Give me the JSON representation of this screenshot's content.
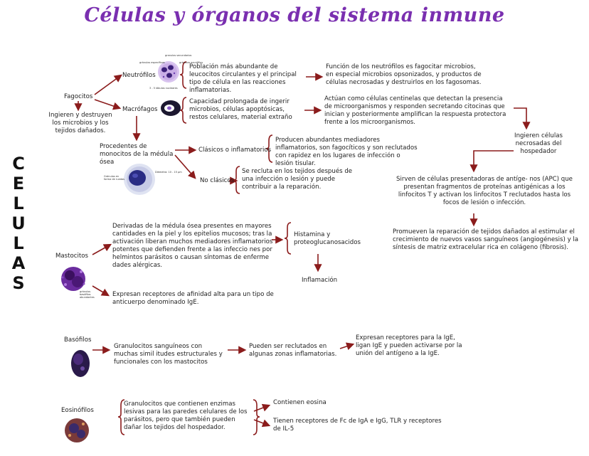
{
  "title": "Células y órganos del sistema inmune",
  "side_letters": [
    "C",
    "E",
    "L",
    "U",
    "L",
    "A",
    "S"
  ],
  "colors": {
    "title": "#7a2fb0",
    "arrow": "#8b1c1c",
    "text": "#1e1e1e"
  },
  "fagocitos": {
    "label": "Fagocitos",
    "desc": "Ingieren y destruyen los microbios y los tejidos dañados."
  },
  "neutrofilos": {
    "label": "Neutrófilos",
    "desc": "Población más abundante de leucocitos circulantes y el principal tipo de célula en las reacciones inflamatorias.",
    "funcion": "Función de los neutrófilos es fagocitar microbios, en especial microbios opsonizados, y productos de células necrosadas y destruirlos en los fagosomas.",
    "img_labels": [
      "gránulos específicos",
      "gránulos azurófilos",
      "granulos secundarios",
      "3 - 5 lóbulos nucleares"
    ]
  },
  "macrofagos": {
    "label": "Macrófagos",
    "desc": "Capacidad prolongada de ingerir microbios, células apoptósicas, restos celulares, material extraño",
    "actuan": "Actúan como células centinelas que detectan la presencia de microorganismos y responden secretando citocinas que inician y posteriormente amplifican la respuesta protectora frente a los microorganismos.",
    "ingieren": "Ingieren células necrosadas del hospedador",
    "monocitos": "Procedentes de monocitos de la médula ósea",
    "img_labels": [
      "Gránulos en forma de ruedas",
      "Diámetro: 10 - 15 µm"
    ]
  },
  "clasicos": {
    "label": "Clásicos o inflamatorios",
    "desc": "Producen abundantes mediadores inflamatorios, son fagocíticos y son reclutados con rapidez en los lugares de infección o lesión tisular.",
    "apc": "Sirven de células presentadoras de antíge- nos (APC) que presentan fragmentos de proteínas antigénicas a los linfocitos T y activan los linfocitos T reclutados hasta los focos de lesión o infección."
  },
  "no_clasicos": {
    "label": "No clásicos",
    "desc": "Se recluta en los tejidos después de una infección o lesión y puede contribuir a la reparación.",
    "reparacion": "Promueven la reparación de tejidos dañados al estimular el crecimiento de nuevos vasos sanguíneos (angiogénesis) y la síntesis de matriz extracelular rica en colágeno (fibrosis)."
  },
  "mastocitos": {
    "label": "Mastocitos",
    "desc": "Derivadas de la médula ósea presentes en mayores cantidades en la piel y los epitelios mucosos; tras la activación liberan muchos mediadores inflamatorios potentes que defienden frente a las infeccio nes por helmintos parásitos o causan síntomas de enferme dades alérgicas.",
    "histamina": "Histamina y proteoglucanosacidos",
    "inflamacion": "Inflamación",
    "receptores": "Expresan receptores de afinidad alta para un tipo de anticuerpo denominado IgE.",
    "img_label": "gránulos basófilos abundantes"
  },
  "basofilos": {
    "label": "Basófilos",
    "desc": "Granulocitos sanguíneos con muchas simil itudes estructurales y funcionales con los mastocitos",
    "reclutados": "Pueden ser reclutados en algunas zonas inflamatorias.",
    "receptores": "Expresan receptores para la IgE, ligan IgE y pueden activarse por la unión del antígeno a la IgE."
  },
  "eosinofilos": {
    "label": "Eosinófilos",
    "desc": "Granulocitos que contienen enzimas lesivas para las paredes celulares de los parásitos, pero que también pueden dañar los tejidos del hospedador.",
    "eosina": "Contienen eosina",
    "receptores": "Tienen receptores de Fc de IgA e IgG, TLR y receptores de IL-5"
  }
}
